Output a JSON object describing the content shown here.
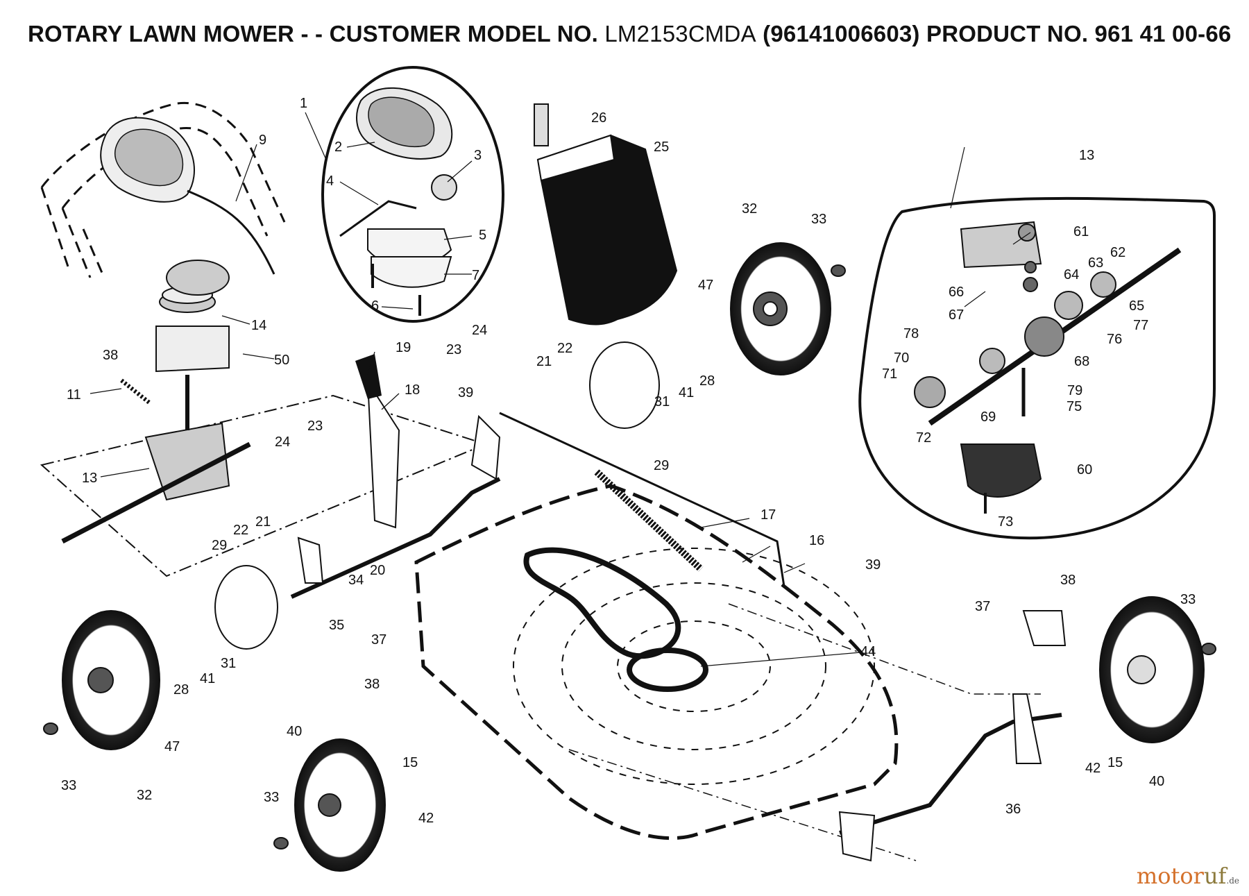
{
  "header": {
    "title_bold_1": "ROTARY LAWN MOWER - - CUSTOMER MODEL NO.",
    "model": "LM2153CMDA",
    "title_bold_2": "(96141006603) PRODUCT NO. 961 41 00-66"
  },
  "watermark": {
    "part1": "motor",
    "part2": "uf",
    "suffix": ".de"
  },
  "callouts": {
    "c1": "1",
    "c2": "2",
    "c3": "3",
    "c4": "4",
    "c5": "5",
    "c6": "6",
    "c7": "7",
    "c9": "9",
    "c11": "11",
    "c13a": "13",
    "c13b": "13",
    "c14": "14",
    "c15a": "15",
    "c15b": "15",
    "c16": "16",
    "c17": "17",
    "c18": "18",
    "c19": "19",
    "c20": "20",
    "c21a": "21",
    "c21b": "21",
    "c22a": "22",
    "c22b": "22",
    "c23a": "23",
    "c23b": "23",
    "c24a": "24",
    "c24b": "24",
    "c25": "25",
    "c26": "26",
    "c28a": "28",
    "c28b": "28",
    "c29a": "29",
    "c29b": "29",
    "c31a": "31",
    "c31b": "31",
    "c32a": "32",
    "c32b": "32",
    "c33a": "33",
    "c33b": "33",
    "c33c": "33",
    "c33d": "33",
    "c34": "34",
    "c35": "35",
    "c36": "36",
    "c37a": "37",
    "c37b": "37",
    "c38a": "38",
    "c38b": "38",
    "c38c": "38",
    "c39a": "39",
    "c39b": "39",
    "c40a": "40",
    "c40b": "40",
    "c41a": "41",
    "c41b": "41",
    "c42a": "42",
    "c42b": "42",
    "c44": "44",
    "c47a": "47",
    "c47b": "47",
    "c50": "50",
    "c60": "60",
    "c61": "61",
    "c62": "62",
    "c63": "63",
    "c64": "64",
    "c65": "65",
    "c66": "66",
    "c67": "67",
    "c68": "68",
    "c69": "69",
    "c70": "70",
    "c71": "71",
    "c72": "72",
    "c73": "73",
    "c75": "75",
    "c76": "76",
    "c77": "77",
    "c78": "78",
    "c79": "79"
  }
}
